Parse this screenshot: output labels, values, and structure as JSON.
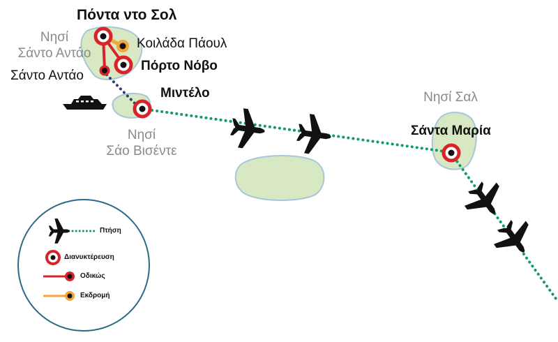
{
  "map": {
    "islands": {
      "santo_antao": [
        "Νησί",
        "Σάντο Αντάο"
      ],
      "sao_vicente": [
        "Νησί",
        "Σάο Βισέντε"
      ],
      "sal": "Νησί Σαλ"
    },
    "places": {
      "ponta_do_sol": "Πόντα ντο Σολ",
      "paul_valley": "Κοιλάδα Πάουλ",
      "porto_novo": "Πόρτο Νόβο",
      "santo_antao_town": "Σάντο Αντάο",
      "mindelo": "Μιντέλο",
      "santa_maria": "Σάντα Μαρία"
    }
  },
  "legend": {
    "flight": "Πτήση",
    "stay": "Διανυκτέρευση",
    "road": "Οδικώς",
    "excursion": "Εκδρομή"
  },
  "colors": {
    "land": "#d7e8c2",
    "land_outline": "#a7c6d9",
    "flight_route": "#0f9a6e",
    "ferry_route": "#2d3f7c",
    "road": "#d8232a",
    "excursion": "#f2a63c",
    "stay_marker": "#d8232a",
    "legend_border": "#2b6a86"
  },
  "icons": [
    "plane-icon",
    "ship-icon",
    "stay-marker-icon",
    "excursion-marker-icon"
  ]
}
